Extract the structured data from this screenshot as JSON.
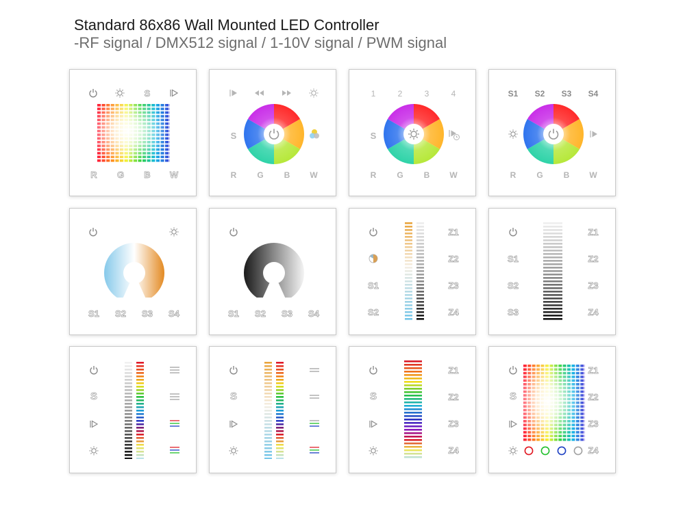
{
  "header": {
    "title": "Standard 86x86 Wall Mounted LED Controller",
    "subtitle": "-RF signal / DMX512 signal / 1-10V signal / PWM signal"
  },
  "panels": [
    {
      "bottom": [
        "R",
        "G",
        "B",
        "W"
      ]
    },
    {
      "side": "S",
      "bottom": [
        "R",
        "G",
        "B",
        "W"
      ]
    },
    {
      "top": [
        "1",
        "2",
        "3",
        "4"
      ],
      "side": "S",
      "bottom": [
        "R",
        "G",
        "B",
        "W"
      ]
    },
    {
      "top": [
        "S1",
        "S2",
        "S3",
        "S4"
      ],
      "bottom": [
        "R",
        "G",
        "B",
        "W"
      ]
    },
    {
      "bottom": [
        "S1",
        "S2",
        "S3",
        "S4"
      ]
    },
    {
      "bottom": [
        "S1",
        "S2",
        "S3",
        "S4"
      ]
    },
    {
      "left": [
        "S1",
        "S2"
      ],
      "right": [
        "Z1",
        "Z2",
        "Z3",
        "Z4"
      ]
    },
    {
      "left": [
        "S1",
        "S2",
        "S3"
      ],
      "right": [
        "Z1",
        "Z2",
        "Z3",
        "Z4"
      ]
    },
    {
      "left": [
        "S"
      ]
    },
    {
      "left": [
        "S"
      ]
    },
    {
      "left": [
        "S"
      ],
      "right": [
        "Z1",
        "Z2",
        "Z3",
        "Z4"
      ]
    },
    {
      "left": [
        "S"
      ],
      "right": [
        "Z1",
        "Z2",
        "Z3",
        "Z4"
      ]
    }
  ],
  "colors": {
    "label_gray": "#b5b5b5",
    "panel_border": "#c9c9c9",
    "title": "#1a1a1a",
    "subtitle": "#6d6d6d",
    "red": "#e0141e",
    "green": "#1fbf2a",
    "blue": "#1a3ec2"
  }
}
